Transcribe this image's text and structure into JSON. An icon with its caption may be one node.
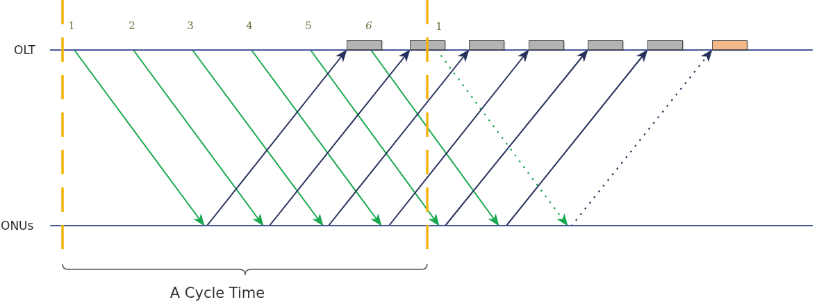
{
  "diagram": {
    "nodes": [
      {
        "text": [
          "OLT"
        ]
      },
      {
        "text": [],
        "shape": "box"
      },
      {
        "text": [],
        "shape": "box"
      },
      {
        "text": [],
        "shape": "box"
      },
      {
        "text": [],
        "shape": "box"
      },
      {
        "text": [],
        "shape": "box"
      },
      {
        "text": [],
        "shape": "box"
      },
      {
        "text": [],
        "shape": "box"
      },
      {
        "text": [
          "ONUs"
        ]
      }
    ],
    "edges": [
      {
        "from": 0,
        "to": 8,
        "arrow": "to",
        "color": "#18a84e"
      },
      {
        "from": 0,
        "to": 8,
        "arrow": "to",
        "color": "#18a84e"
      },
      {
        "from": 0,
        "to": 8,
        "arrow": "to",
        "color": "#18a84e"
      },
      {
        "from": 0,
        "to": 8,
        "arrow": "to",
        "color": "#18a84e"
      },
      {
        "from": 0,
        "to": 8,
        "arrow": "to",
        "color": "#18a84e"
      },
      {
        "from": 0,
        "to": 8,
        "arrow": "to",
        "color": "#18a84e"
      },
      {
        "from": 0,
        "to": 8,
        "arrow": "to",
        "style": "dashed",
        "color": "#18a84e"
      },
      {
        "from": 8,
        "to": 1,
        "arrow": "to",
        "color": "#27325c"
      },
      {
        "from": 8,
        "to": 2,
        "arrow": "to",
        "color": "#27325c"
      },
      {
        "from": 8,
        "to": 3,
        "arrow": "to",
        "color": "#27325c"
      },
      {
        "from": 8,
        "to": 4,
        "arrow": "to",
        "color": "#27325c"
      },
      {
        "from": 8,
        "to": 5,
        "arrow": "to",
        "color": "#27325c"
      },
      {
        "from": 8,
        "to": 6,
        "arrow": "to",
        "color": "#27325c"
      },
      {
        "from": 8,
        "to": 7,
        "arrow": "to",
        "style": "dashed",
        "color": "#27325c"
      }
    ],
    "labels": [
      "1",
      "2",
      "3",
      "4",
      "5",
      "6",
      "1",
      "A Cycle Time"
    ]
  }
}
